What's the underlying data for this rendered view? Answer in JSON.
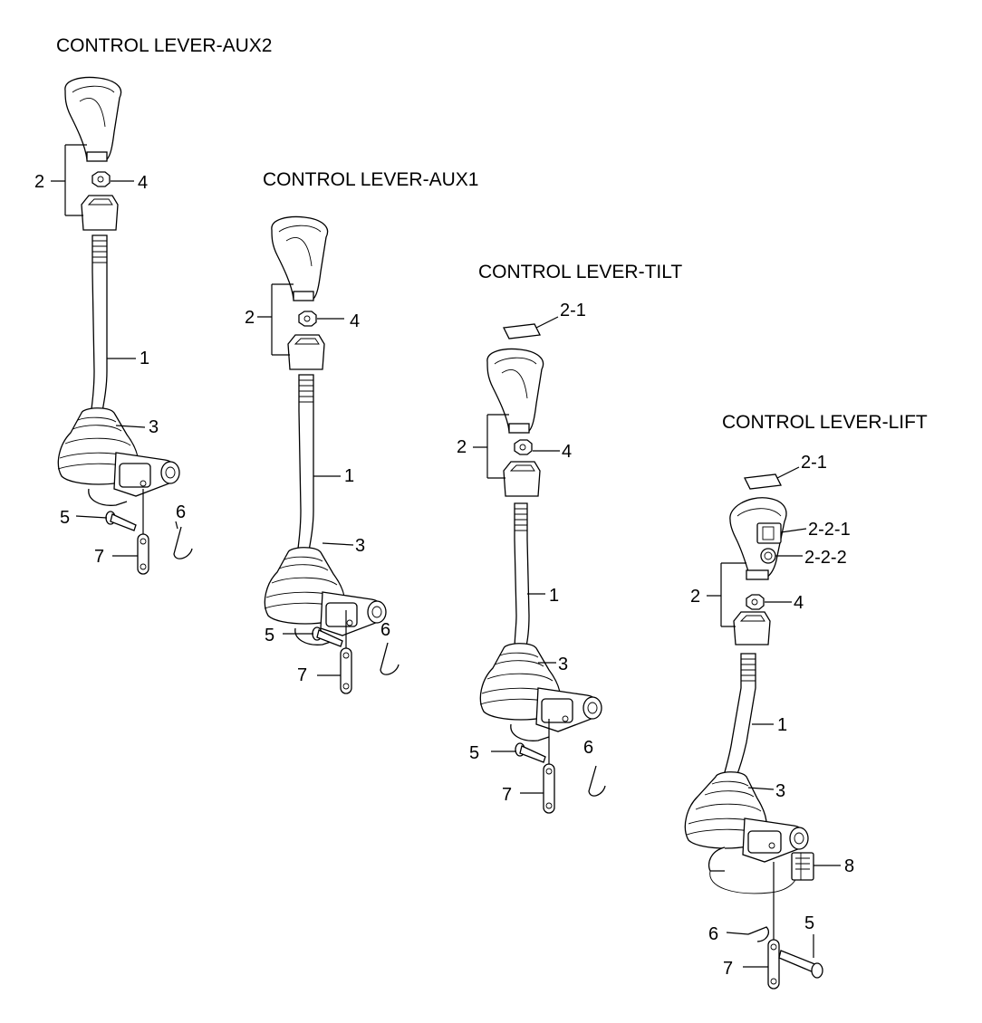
{
  "assemblies": [
    {
      "title": "CONTROL LEVER-AUX2",
      "labels": {
        "rod": "1",
        "knob": "2",
        "boot": "3",
        "nut": "4",
        "pin": "5",
        "clip": "6",
        "link": "7"
      }
    },
    {
      "title": "CONTROL LEVER-AUX1",
      "labels": {
        "rod": "1",
        "knob": "2",
        "boot": "3",
        "nut": "4",
        "pin": "5",
        "clip": "6",
        "link": "7"
      }
    },
    {
      "title": "CONTROL LEVER-TILT",
      "labels": {
        "rod": "1",
        "knob": "2",
        "decal": "2-1",
        "boot": "3",
        "nut": "4",
        "pin": "5",
        "clip": "6",
        "link": "7"
      }
    },
    {
      "title": "CONTROL LEVER-LIFT",
      "labels": {
        "rod": "1",
        "knob": "2",
        "decal": "2-1",
        "switch": "2-2-1",
        "button": "2-2-2",
        "boot": "3",
        "nut": "4",
        "pin": "5",
        "clip": "6",
        "link": "7",
        "connector": "8"
      }
    }
  ]
}
